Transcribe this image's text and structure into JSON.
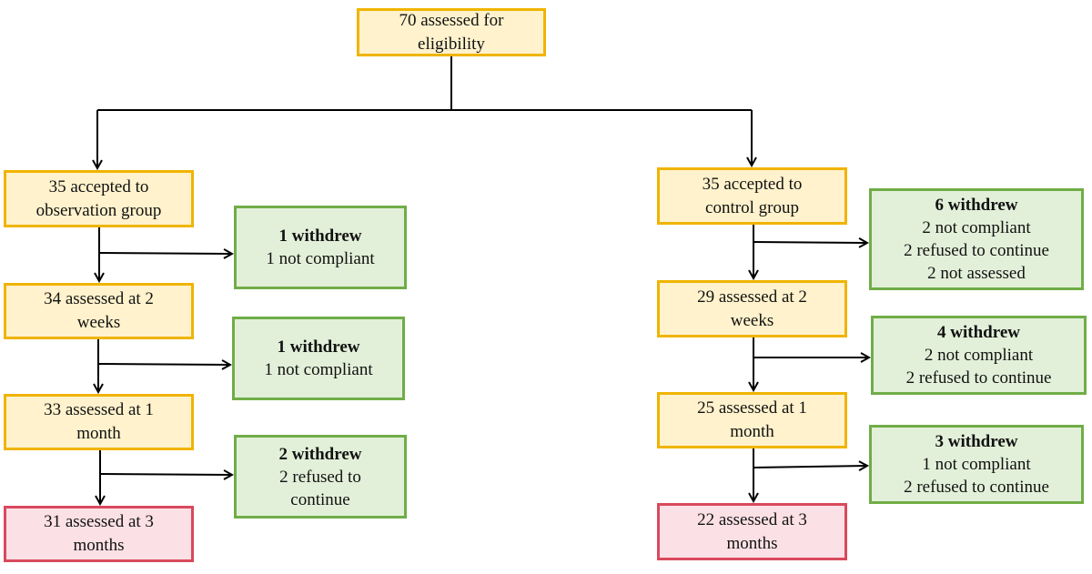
{
  "top": {
    "line1": "70 assessed for",
    "line2": "eligibility"
  },
  "observation": {
    "accepted": {
      "line1": "35 accepted to",
      "line2": "observation group"
    },
    "assessed_2w": {
      "line1": "34 assessed at 2",
      "line2": "weeks"
    },
    "assessed_1m": {
      "line1": "33 assessed at 1",
      "line2": "month"
    },
    "assessed_3m": {
      "line1": "31 assessed at 3",
      "line2": "months"
    },
    "withdrawal_1": {
      "title": "1 withdrew",
      "lines": [
        "1 not compliant"
      ]
    },
    "withdrawal_2": {
      "title": "1 withdrew",
      "lines": [
        "1 not compliant"
      ]
    },
    "withdrawal_3": {
      "title": "2 withdrew",
      "lines": [
        "2 refused to",
        "continue"
      ]
    }
  },
  "control": {
    "accepted": {
      "line1": "35 accepted to",
      "line2": "control group"
    },
    "assessed_2w": {
      "line1": "29 assessed at 2",
      "line2": "weeks"
    },
    "assessed_1m": {
      "line1": "25 assessed at 1",
      "line2": "month"
    },
    "assessed_3m": {
      "line1": "22 assessed at 3",
      "line2": "months"
    },
    "withdrawal_1": {
      "title": "6 withdrew",
      "lines": [
        "2 not compliant",
        "2 refused to continue",
        "2 not assessed"
      ]
    },
    "withdrawal_2": {
      "title": "4 withdrew",
      "lines": [
        "2 not compliant",
        "2 refused to continue"
      ]
    },
    "withdrawal_3": {
      "title": "3 withdrew",
      "lines": [
        "1 not compliant",
        "2 refused to continue"
      ]
    }
  },
  "colors": {
    "yellow_fill": "#fff2cc",
    "yellow_border": "#f0b400",
    "green_fill": "#e2f0d9",
    "green_border": "#70ad47",
    "red_fill": "#fbe0e6",
    "red_border": "#d9495d",
    "connector": "#000000"
  }
}
